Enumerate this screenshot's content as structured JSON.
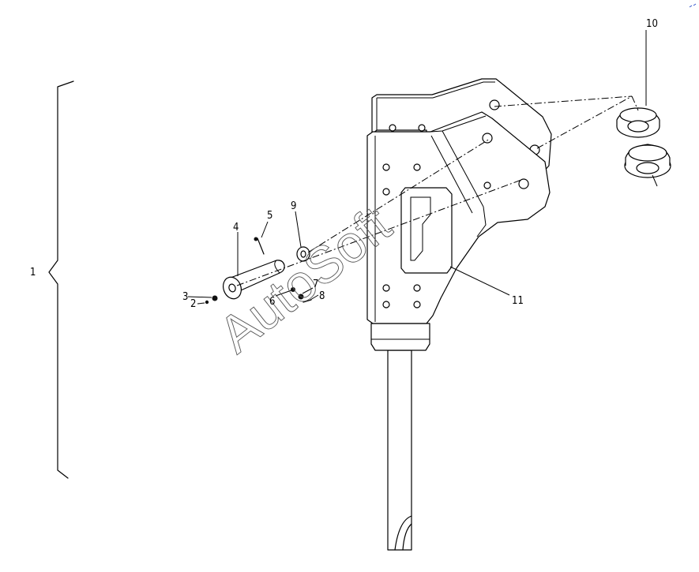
{
  "diagram": {
    "callouts": {
      "c1": "1",
      "c2": "2",
      "c3": "3",
      "c4": "4",
      "c5": "5",
      "c6": "6",
      "c7": "7",
      "c8": "8",
      "c9": "9",
      "c10": "10",
      "c11": "11"
    },
    "watermark": "AutoSoft"
  }
}
